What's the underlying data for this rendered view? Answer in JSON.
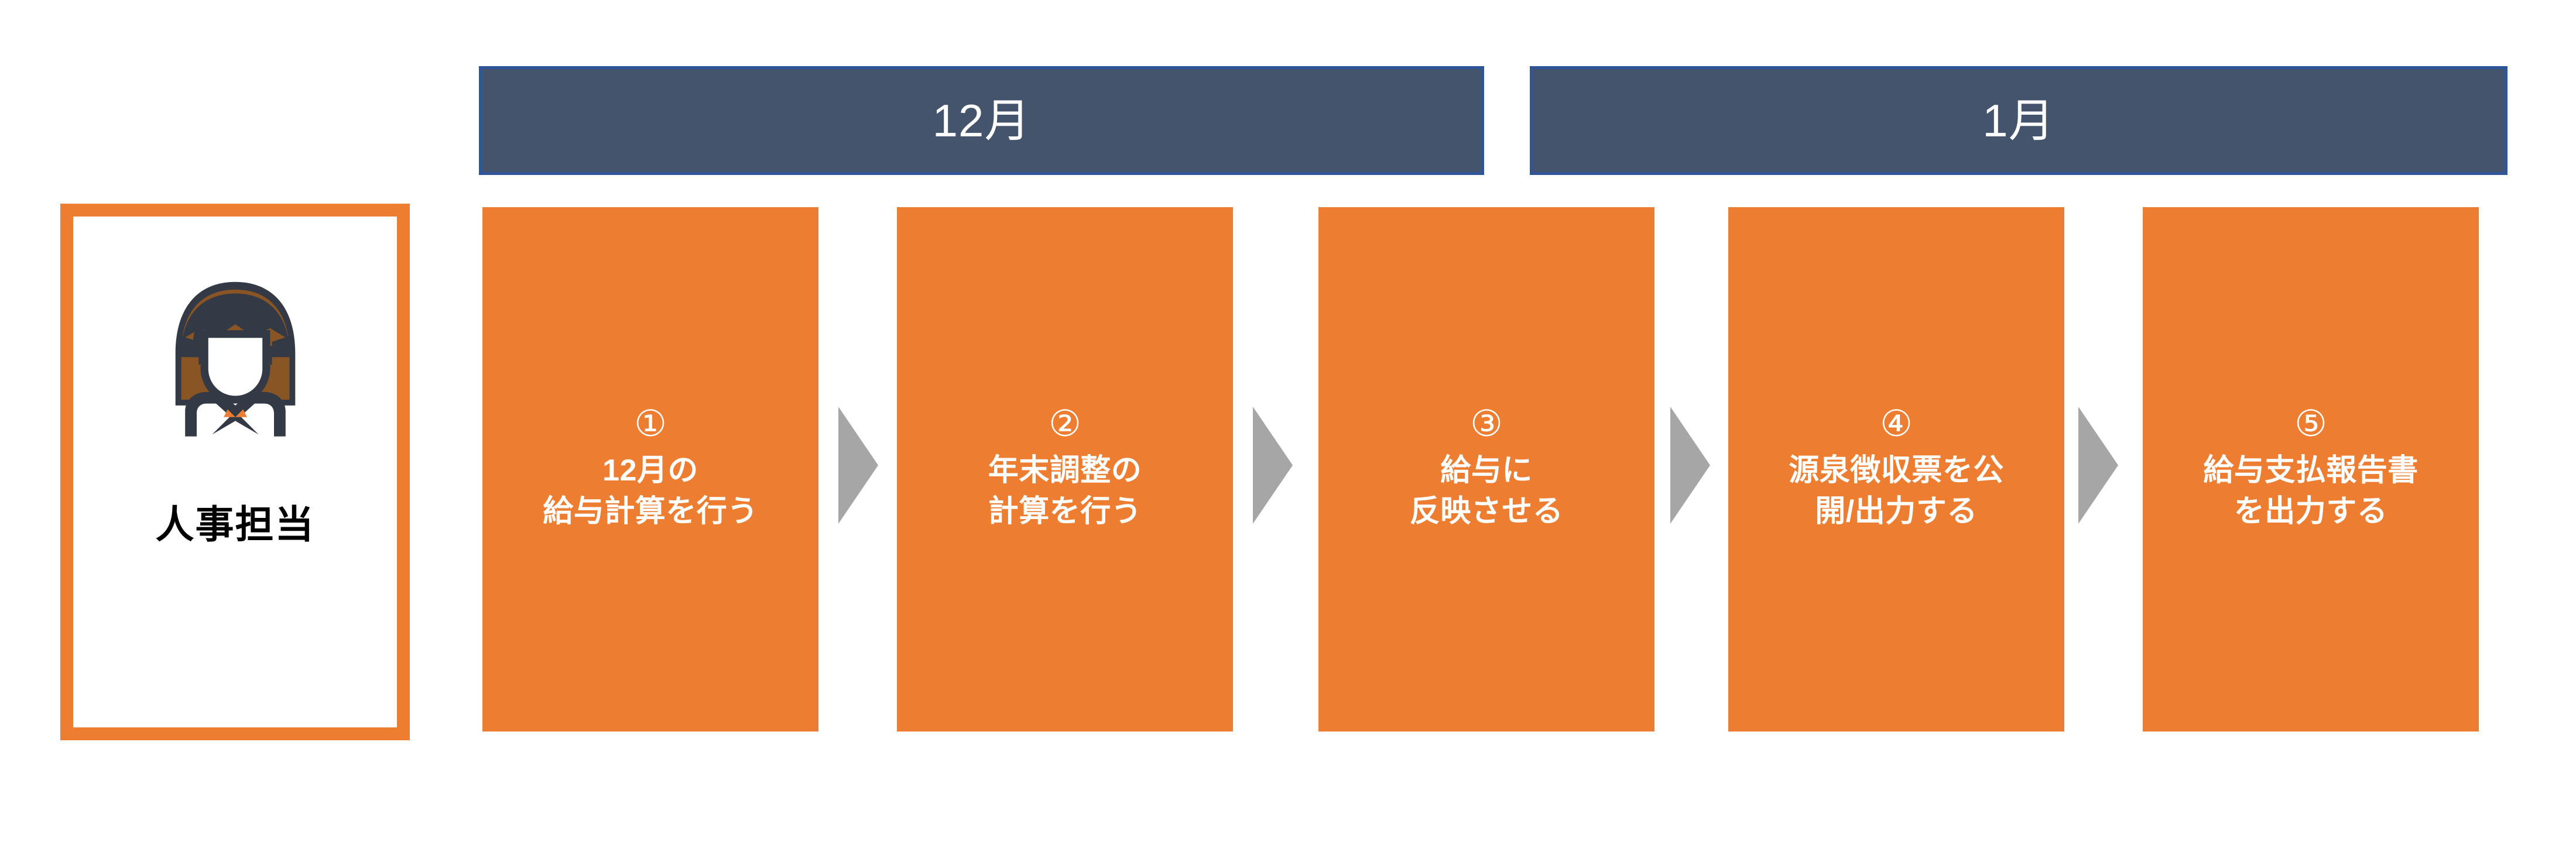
{
  "diagram": {
    "title_text": "",
    "colors": {
      "accent_orange": "#ed7d31",
      "header_slate": "#45546d",
      "header_border_blue": "#2e5597",
      "arrow_gray": "#a6a6a6",
      "text_white": "#ffffff",
      "text_black": "#000000",
      "icon_hair_brown": "#8a5524",
      "icon_outline": "#333a45",
      "page_background": "#ffffff"
    },
    "actor": {
      "label": "人事担当",
      "icon": "female-person-icon"
    },
    "months": [
      {
        "label": "12月"
      },
      {
        "label": "1月"
      }
    ],
    "steps": [
      {
        "number": "①",
        "text": "12月の\n給与計算を行う",
        "month": "12月"
      },
      {
        "number": "②",
        "text": "年末調整の\n計算を行う",
        "month": "12月"
      },
      {
        "number": "③",
        "text": "給与に\n反映させる",
        "month": "12月"
      },
      {
        "number": "④",
        "text": "源泉徴収票を公\n開/出力する",
        "month": "1月"
      },
      {
        "number": "⑤",
        "text": "給与支払報告書\nを出力する",
        "month": "1月"
      }
    ],
    "connectors": [
      {
        "icon": "right-triangle-arrow-icon"
      },
      {
        "icon": "right-triangle-arrow-icon"
      },
      {
        "icon": "right-triangle-arrow-icon"
      },
      {
        "icon": "right-triangle-arrow-icon"
      }
    ]
  }
}
